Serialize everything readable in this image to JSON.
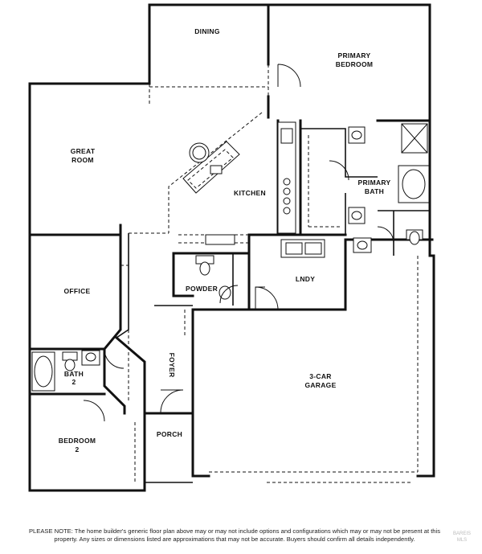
{
  "rooms": {
    "dining": "DINING",
    "primary_bedroom_1": "PRIMARY",
    "primary_bedroom_2": "BEDROOM",
    "great_room_1": "GREAT",
    "great_room_2": "ROOM",
    "kitchen": "KITCHEN",
    "primary_bath_1": "PRIMARY",
    "primary_bath_2": "BATH",
    "office": "OFFICE",
    "powder": "POWDER",
    "lndy": "LNDY",
    "foyer": "FOYER",
    "bath2_1": "BATH",
    "bath2_2": "2",
    "garage_1": "3-CAR",
    "garage_2": "GARAGE",
    "bedroom2_1": "BEDROOM",
    "bedroom2_2": "2",
    "porch": "PORCH"
  },
  "note": "PLEASE NOTE: The home builder's generic floor plan above may or may not include options and configurations which may or may not be present at this property. Any sizes or dimensions listed are approximations that may not be accurate. Buyers should confirm all details independently.",
  "watermark": {
    "line1": "BAREIS",
    "line2": "MLS"
  }
}
